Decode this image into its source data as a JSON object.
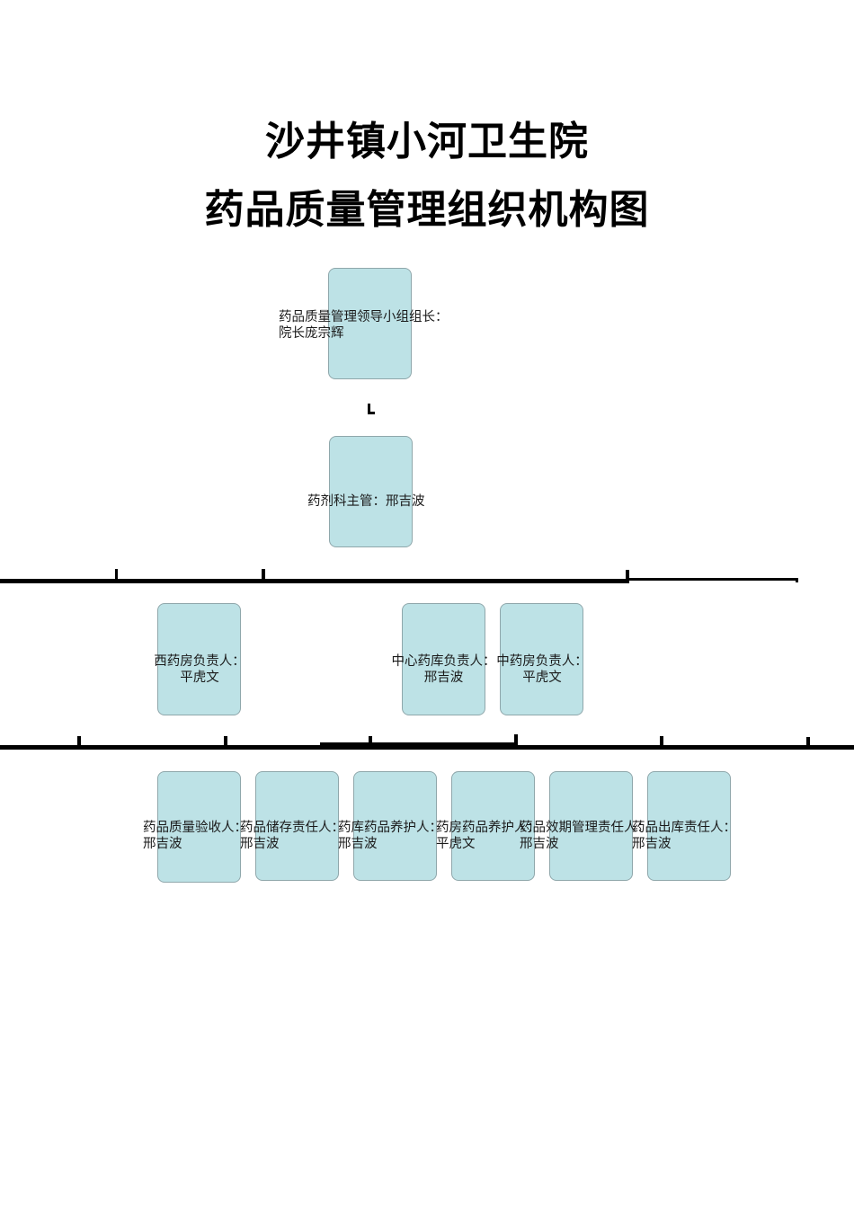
{
  "title": {
    "line1": "沙井镇小河卫生院",
    "line2": "药品质量管理组织机构图"
  },
  "level1": {
    "line1": "药品质量管理领导小组组长：",
    "line2": "院长庞宗辉"
  },
  "level2": {
    "line1": "药剂科主管：邢吉波"
  },
  "level3": [
    {
      "line1": "西药房负责人：",
      "line2": "平虎文"
    },
    {
      "line1": "中心药库负责人：",
      "line2": "邢吉波"
    },
    {
      "line1": "中药房负责人：",
      "line2": "平虎文"
    }
  ],
  "level4": [
    {
      "line1": "药品质量验收人：",
      "line2": "邢吉波"
    },
    {
      "line1": "药品储存责任人：",
      "line2": "邢吉波"
    },
    {
      "line1": "药库药品养护人：",
      "line2": "邢吉波"
    },
    {
      "line1": "药房药品养护人：",
      "line2": "平虎文"
    },
    {
      "line1": "药品效期管理责任人：",
      "line2": "邢吉波"
    },
    {
      "line1": "药品出库责任人：",
      "line2": "邢吉波"
    }
  ],
  "colors": {
    "box_fill": "#bde2e6",
    "box_border": "#8fa7ab",
    "connector": "#000000"
  }
}
